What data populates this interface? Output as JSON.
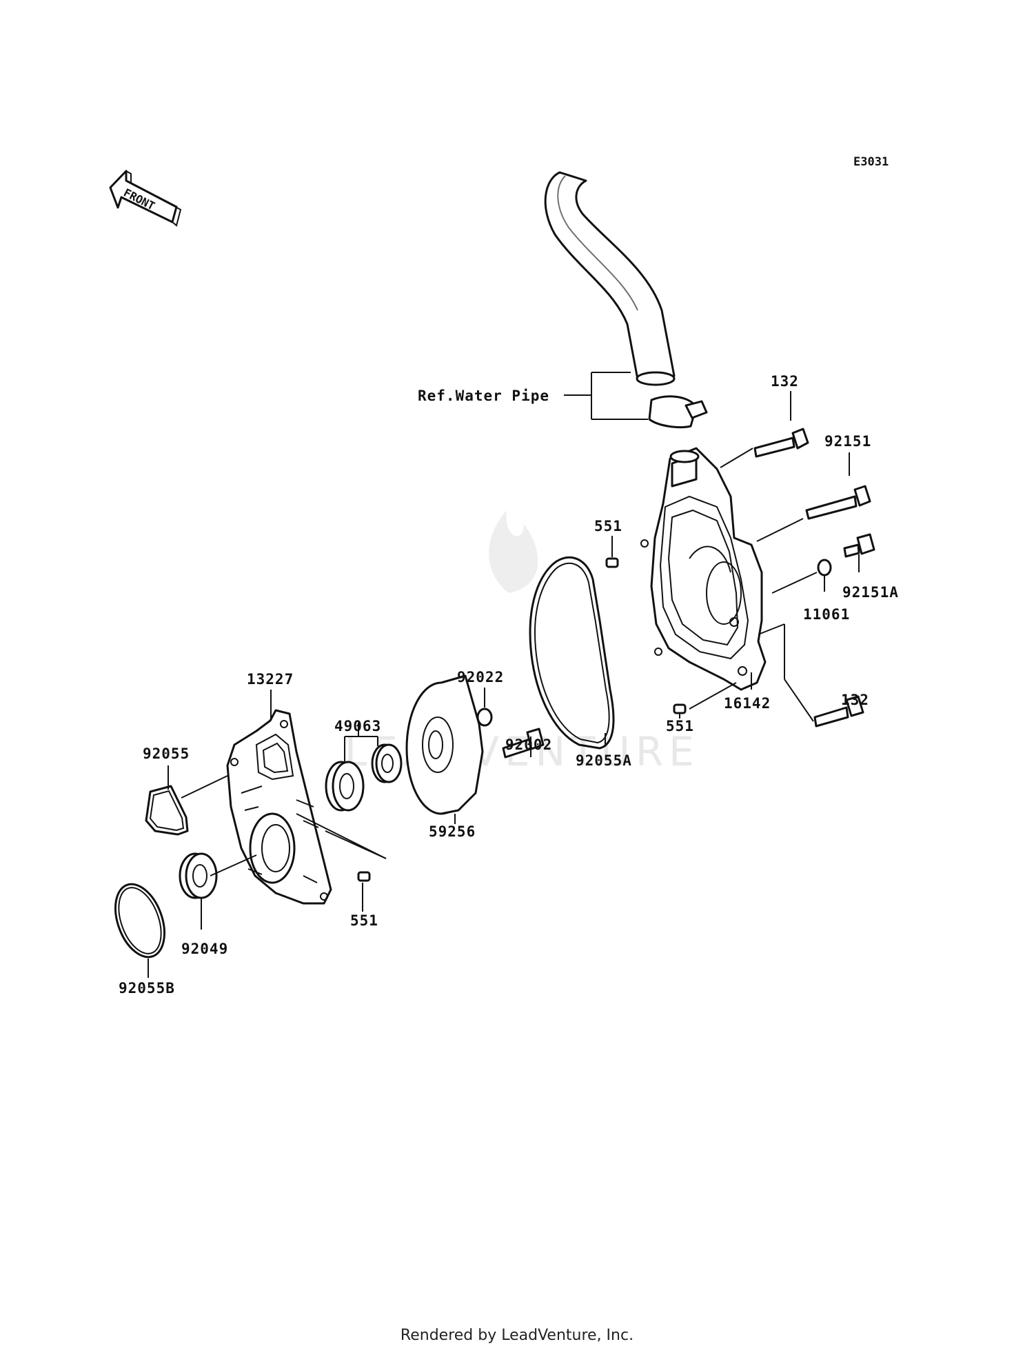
{
  "diagram_code": "E3031",
  "front_label": "FRONT",
  "watermark": "LEADVENTURE",
  "footer": "Rendered by LeadVenture, Inc.",
  "ref_label": "Ref.Water Pipe",
  "parts": {
    "p132_top": "132",
    "p92151": "92151",
    "p551_a": "551",
    "p92151A": "92151A",
    "p11061": "11061",
    "p16142": "16142",
    "p132_bottom": "132",
    "p551_b": "551",
    "p92022": "92022",
    "p92002": "92002",
    "p92055A": "92055A",
    "p13227": "13227",
    "p49063": "49063",
    "p92055": "92055",
    "p59256": "59256",
    "p551_c": "551",
    "p92049": "92049",
    "p92055B": "92055B"
  }
}
